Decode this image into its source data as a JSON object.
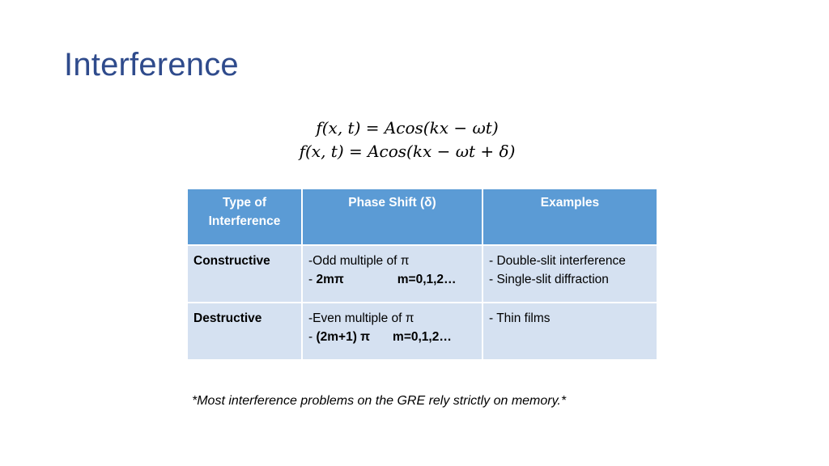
{
  "slide": {
    "title": "Interference",
    "equations": [
      "f(x, t) = Acos(kx − ωt)",
      "f(x, t) = Acos(kx − ωt + δ)"
    ],
    "table": {
      "headers": [
        "Type of Interference",
        "Phase Shift (δ)",
        "Examples"
      ],
      "rows": [
        {
          "type": "Constructive",
          "phase_line1": "-Odd multiple of π",
          "phase_prefix": "- ",
          "phase_value": "2mπ",
          "phase_m": "m=0,1,2…",
          "examples": [
            "- Double-slit interference",
            "- Single-slit diffraction"
          ]
        },
        {
          "type": "Destructive",
          "phase_line1": "-Even multiple of π",
          "phase_prefix": "- ",
          "phase_value": "(2m+1) π",
          "phase_m": "m=0,1,2…",
          "examples": [
            "- Thin films"
          ]
        }
      ]
    },
    "footnote": "*Most interference problems on the GRE rely strictly on memory.*"
  },
  "colors": {
    "title": "#2f4b8c",
    "header_bg": "#5b9bd5",
    "cell_bg": "#d5e1f1"
  }
}
